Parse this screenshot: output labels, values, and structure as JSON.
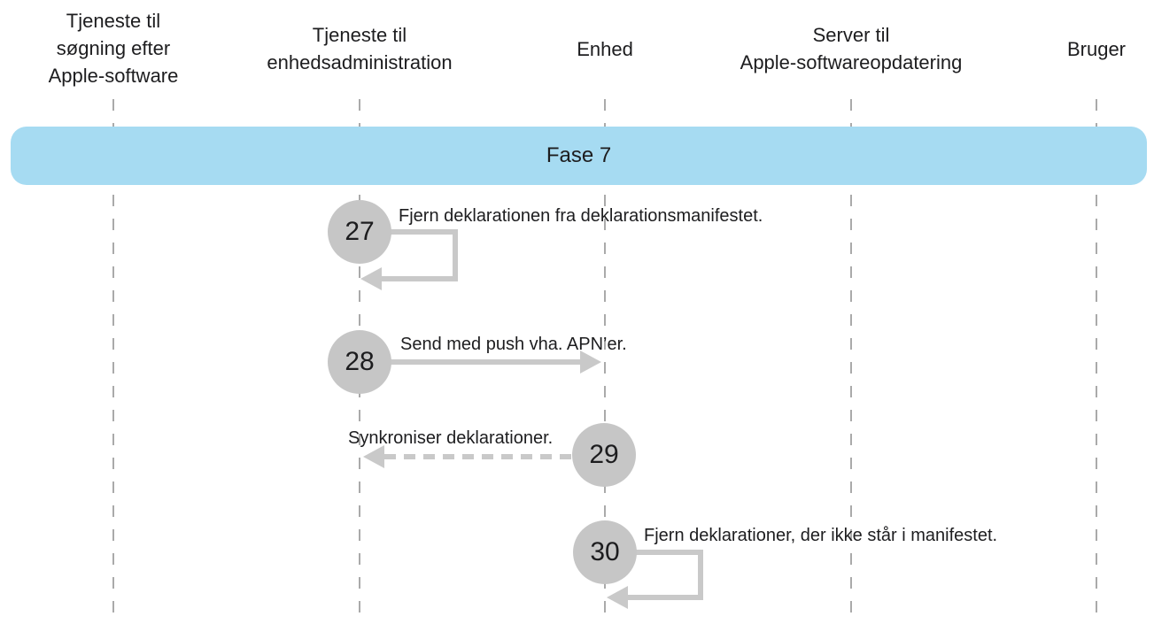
{
  "diagram": {
    "type": "sequence-diagram",
    "lanes": [
      {
        "id": "apple-software-lookup",
        "label": "Tjeneste til\nsøgning efter\nApple-software"
      },
      {
        "id": "device-management",
        "label": "Tjeneste til\nenhedsadministration"
      },
      {
        "id": "device",
        "label": "Enhed"
      },
      {
        "id": "apple-software-update",
        "label": "Server til\nApple-softwareopdatering"
      },
      {
        "id": "user",
        "label": "Bruger"
      }
    ],
    "phase": {
      "label": "Fase 7"
    },
    "steps": [
      {
        "number": "27",
        "label": "Fjern deklarationen fra deklarationsmanifestet.",
        "from": "Tjeneste til enhedsadministration",
        "to": "Tjeneste til enhedsadministration",
        "arrow": "self-loop"
      },
      {
        "number": "28",
        "label": "Send med push vha. APN’er.",
        "from": "Tjeneste til enhedsadministration",
        "to": "Enhed",
        "arrow": "solid-right"
      },
      {
        "number": "29",
        "label": "Synkroniser deklarationer.",
        "from": "Enhed",
        "to": "Tjeneste til enhedsadministration",
        "arrow": "dashed-left"
      },
      {
        "number": "30",
        "label": "Fjern deklarationer, der ikke står i manifestet.",
        "from": "Enhed",
        "to": "Enhed",
        "arrow": "self-loop"
      }
    ],
    "colors": {
      "phase_banner": "#a6dbf2",
      "step_circle": "#c6c6c6",
      "arrow": "#c9c9c9",
      "lifeline": "#aaaaaa",
      "text": "#1d1d1f"
    }
  }
}
